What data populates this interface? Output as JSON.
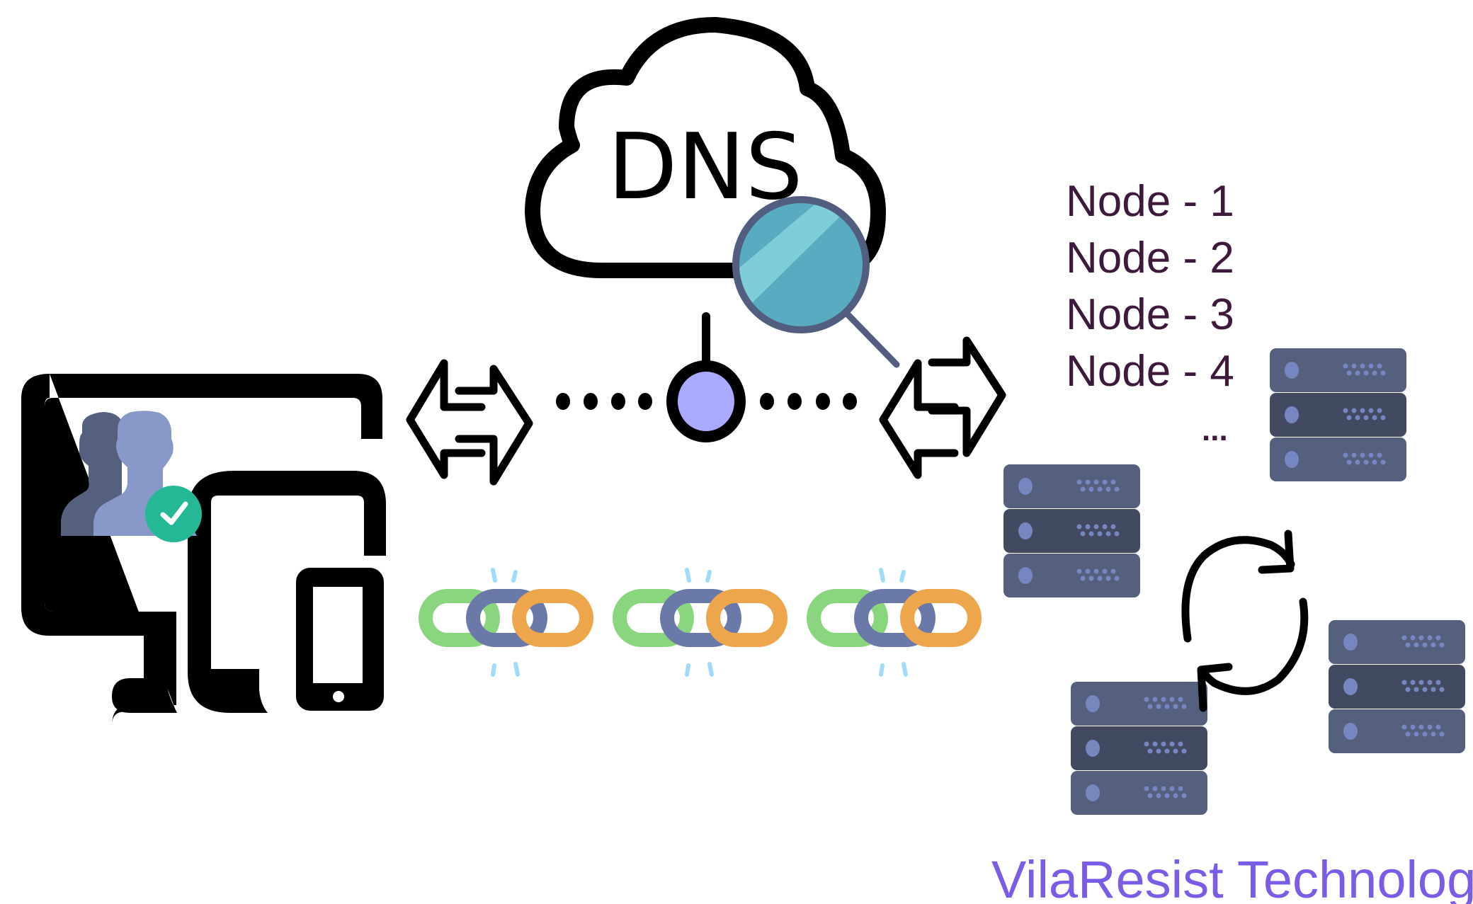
{
  "dns": {
    "label": "DNS"
  },
  "nodes": {
    "items": [
      "Node - 1",
      "Node - 2",
      "Node - 3",
      "Node - 4"
    ],
    "more": "..."
  },
  "brand": {
    "label": "VilaResist Technology"
  },
  "colors": {
    "ink": "#000000",
    "node_text": "#3d1a3b",
    "brand": "#7b5ce6",
    "resolver_node": "#aaaaff",
    "magnifier_glass": "#58abc0",
    "magnifier_shine": "#7fcdd8",
    "magnifier_rim": "#525e80",
    "server_light": "#54607e",
    "server_dark": "#414a60",
    "server_led": "#7686c0",
    "user_back": "#55607f",
    "user_front": "#8798c9",
    "check_badge": "#25b897",
    "chain_green": "#89d67f",
    "chain_blue": "#6b79a8",
    "chain_orange": "#eda64b",
    "chain_spark": "#9fdcfb"
  },
  "icons": {
    "devices": "devices-icon",
    "users": "users-icon",
    "verified": "check-badge-icon",
    "cloud": "cloud-icon",
    "search": "magnifier-icon",
    "exchange": "double-arrow-icon",
    "chain": "chain-link-icon",
    "server": "server-rack-icon",
    "sync": "refresh-icon"
  }
}
